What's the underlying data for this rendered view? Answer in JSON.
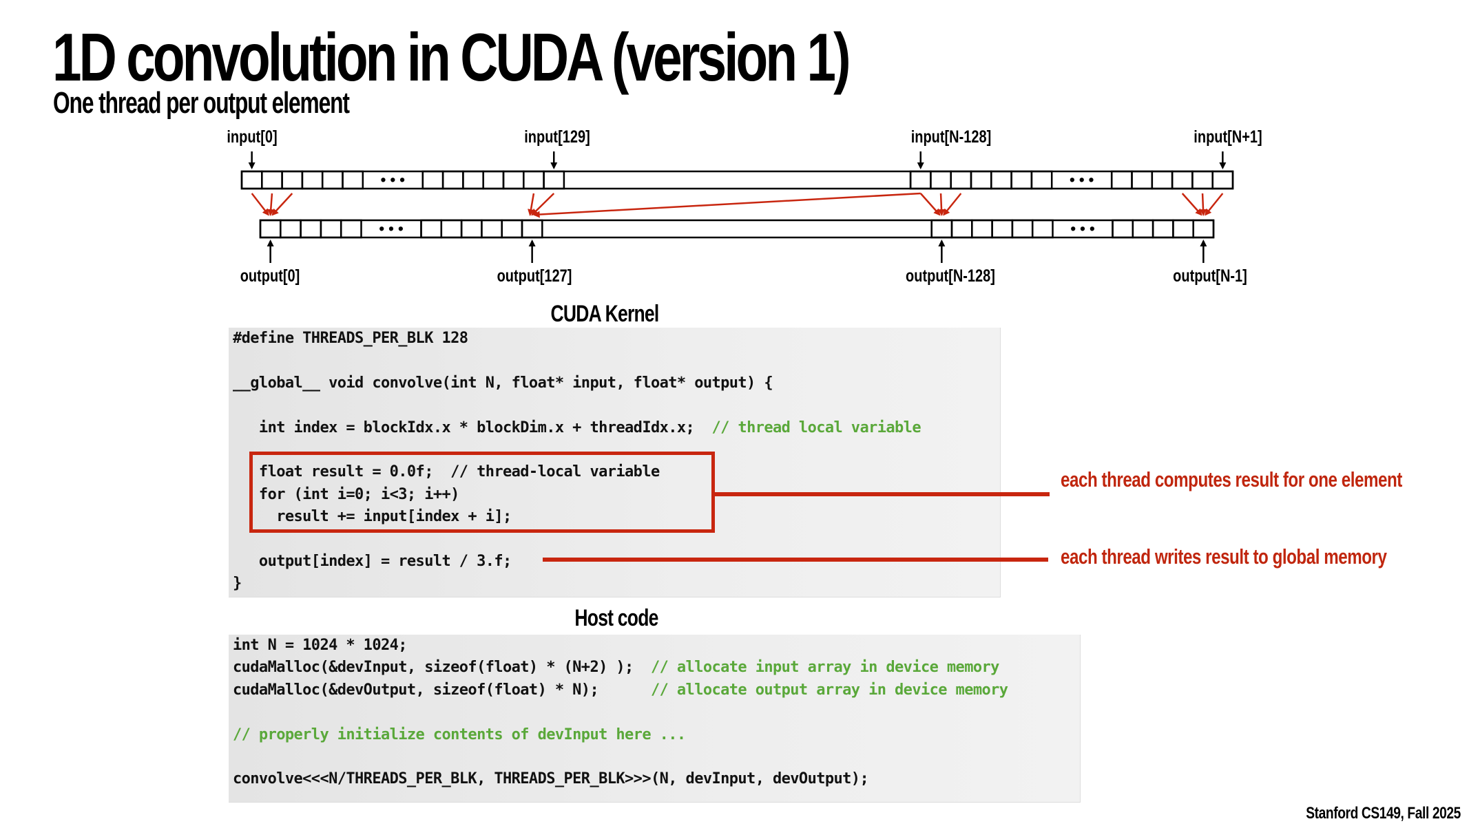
{
  "slide": {
    "title": "1D convolution in CUDA (version 1)",
    "subtitle": "One thread per output element",
    "footer": "Stanford CS149, Fall 2025"
  },
  "colors": {
    "accent_red": "#c8260f",
    "comment_green": "#5aa83a",
    "code_bg": "#eaeaea"
  },
  "diagram": {
    "input_labels": [
      "input[0]",
      "input[129]",
      "input[N-128]",
      "input[N+1]"
    ],
    "output_labels": [
      "output[0]",
      "output[127]",
      "output[N-128]",
      "output[N-1]"
    ],
    "ellipsis": "• • •",
    "input_array_segments": [
      {
        "type": "cells",
        "count": 6
      },
      {
        "type": "ellipsis"
      },
      {
        "type": "cells",
        "count": 7
      },
      {
        "type": "gap"
      },
      {
        "type": "cells",
        "count": 7
      },
      {
        "type": "ellipsis"
      },
      {
        "type": "cells",
        "count": 6
      }
    ],
    "output_array_segments": [
      {
        "type": "cells",
        "count": 5
      },
      {
        "type": "ellipsis"
      },
      {
        "type": "cells",
        "count": 6
      },
      {
        "type": "gap"
      },
      {
        "type": "cells",
        "count": 6
      },
      {
        "type": "ellipsis"
      },
      {
        "type": "cells",
        "count": 5
      }
    ],
    "stencil_width": 3
  },
  "kernel": {
    "heading": "CUDA Kernel",
    "lines": [
      {
        "code": "#define THREADS_PER_BLK 128",
        "comment": ""
      },
      {
        "code": "",
        "comment": ""
      },
      {
        "code": "__global__ void convolve(int N, float* input, float* output) {",
        "comment": ""
      },
      {
        "code": "",
        "comment": ""
      },
      {
        "code": "   int index = blockIdx.x * blockDim.x + threadIdx.x;  ",
        "comment": "// thread local variable"
      },
      {
        "code": "",
        "comment": ""
      },
      {
        "code": "   float result = 0.0f;  // thread-local variable",
        "comment": ""
      },
      {
        "code": "   for (int i=0; i<3; i++)",
        "comment": ""
      },
      {
        "code": "     result += input[index + i];",
        "comment": ""
      },
      {
        "code": "",
        "comment": ""
      },
      {
        "code": "   output[index] = result / 3.f;",
        "comment": ""
      },
      {
        "code": "}",
        "comment": ""
      }
    ]
  },
  "annotations": [
    "each thread computes result for one element",
    "each thread writes result to global memory"
  ],
  "host": {
    "heading": "Host code",
    "lines": [
      {
        "code": "int N = 1024 * 1024;",
        "comment": ""
      },
      {
        "code": "cudaMalloc(&devInput, sizeof(float) * (N+2) );  ",
        "comment": "// allocate input array in device memory"
      },
      {
        "code": "cudaMalloc(&devOutput, sizeof(float) * N);      ",
        "comment": "// allocate output array in device memory"
      },
      {
        "code": "",
        "comment": ""
      },
      {
        "code": "",
        "comment": "// properly initialize contents of devInput here ..."
      },
      {
        "code": "",
        "comment": ""
      },
      {
        "code": "convolve<<<N/THREADS_PER_BLK, THREADS_PER_BLK>>>(N, devInput, devOutput);",
        "comment": ""
      }
    ]
  }
}
